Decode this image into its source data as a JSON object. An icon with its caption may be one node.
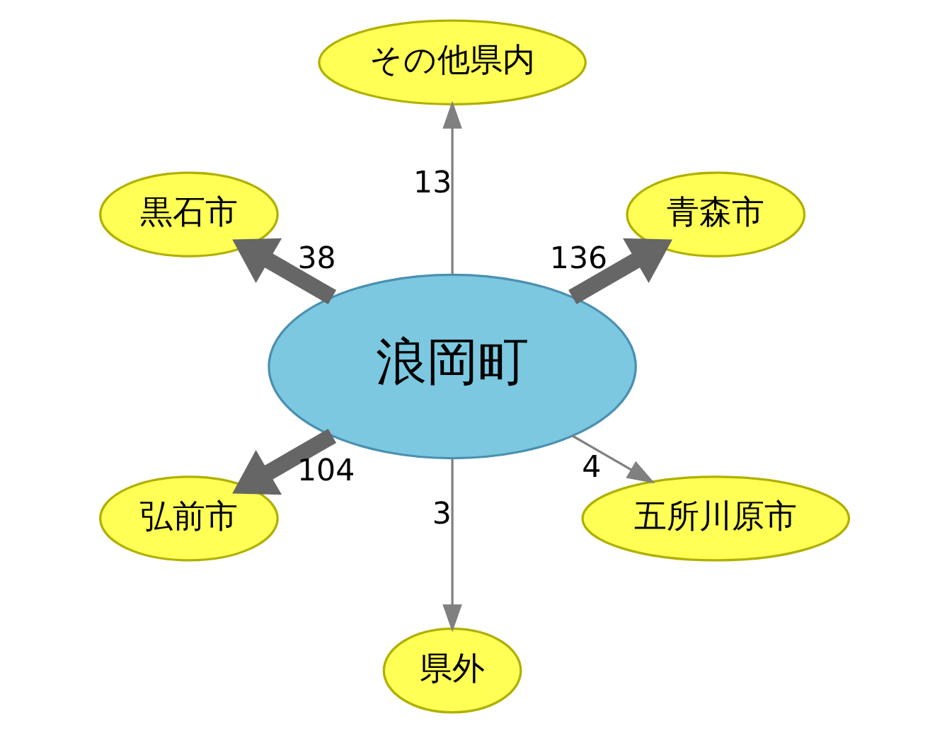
{
  "diagram": {
    "nodes": [
      {
        "text": [
          "浪岡町"
        ]
      },
      {
        "text": [
          "青森市"
        ]
      },
      {
        "text": [
          "その他県内"
        ]
      },
      {
        "text": [
          "黒石市"
        ]
      },
      {
        "text": [
          "弘前市"
        ]
      },
      {
        "text": [
          "県外"
        ]
      },
      {
        "text": [
          "五所川原市"
        ]
      }
    ],
    "edges": [
      {
        "from": 0,
        "to": 1,
        "arrow": "to",
        "label": "136",
        "style": "thick"
      },
      {
        "from": 0,
        "to": 2,
        "arrow": "to",
        "label": "13"
      },
      {
        "from": 0,
        "to": 3,
        "arrow": "to",
        "label": "38",
        "style": "thick"
      },
      {
        "from": 0,
        "to": 4,
        "arrow": "to",
        "label": "104",
        "style": "thick"
      },
      {
        "from": 0,
        "to": 5,
        "arrow": "to",
        "label": "3"
      },
      {
        "from": 0,
        "to": 6,
        "arrow": "to",
        "label": "4"
      }
    ]
  }
}
